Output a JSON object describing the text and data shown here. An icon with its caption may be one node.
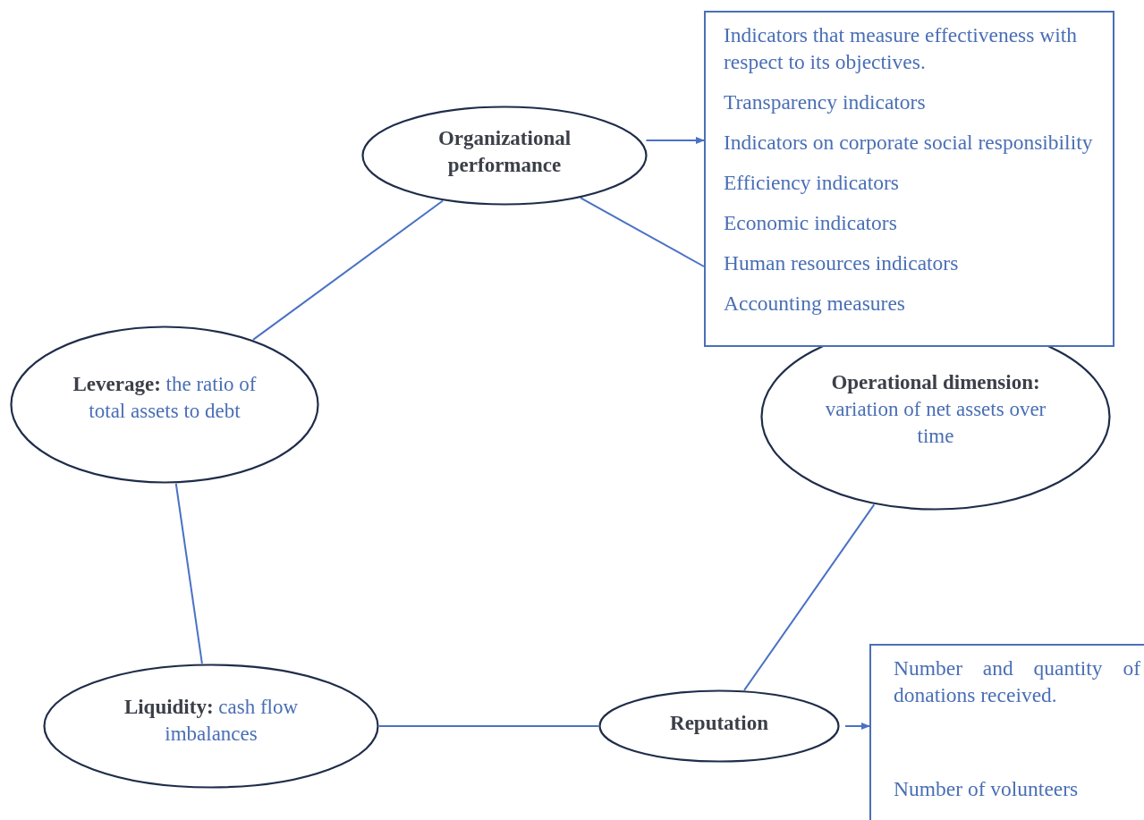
{
  "diagram": {
    "nodes": [
      {
        "text": [
          "Organizational performance"
        ]
      },
      {
        "text": [
          "Indicators that measure effectiveness with respect to its objectives.",
          "Transparency indicators",
          "Indicators on corporate social responsibility",
          "Efficiency indicators",
          "Economic indicators",
          "Human resources indicators",
          "Accounting measures"
        ]
      },
      {
        "text": [
          "**Leverage:** the ratio of total assets to debt"
        ]
      },
      {
        "text": [
          "**Operational dimension:** variation of net assets over time"
        ]
      },
      {
        "text": [
          "**Liquidity:** cash flow imbalances"
        ]
      },
      {
        "text": [
          "Reputation"
        ]
      },
      {
        "text": [
          "Number and quantity of donations received.",
          "Number of volunteers"
        ]
      }
    ],
    "edges": [
      {
        "from": 0,
        "to": 1,
        "arrow": "to"
      },
      {
        "from": 0,
        "to": 2,
        "arrow": "none"
      },
      {
        "from": 0,
        "to": 1,
        "arrow": "none"
      },
      {
        "from": 2,
        "to": 4,
        "arrow": "none"
      },
      {
        "from": 4,
        "to": 5,
        "arrow": "none"
      },
      {
        "from": 5,
        "to": 3,
        "arrow": "none"
      },
      {
        "from": 5,
        "to": 6,
        "arrow": "to"
      }
    ]
  }
}
